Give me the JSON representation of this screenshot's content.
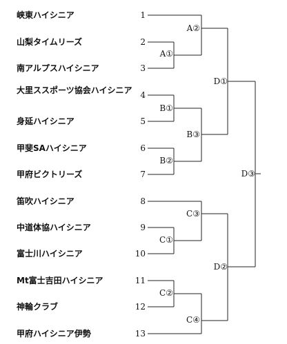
{
  "teams": [
    {
      "seed": "1",
      "name": "峡東ハイシニア"
    },
    {
      "seed": "2",
      "name": "山梨タイムリーズ"
    },
    {
      "seed": "3",
      "name": "南アルプスハイシニア"
    },
    {
      "seed": "4",
      "name": "大里ススポーツ協会ハイシニア"
    },
    {
      "seed": "5",
      "name": "身延ハイシニア"
    },
    {
      "seed": "6",
      "name": "甲斐SAハイシニア"
    },
    {
      "seed": "7",
      "name": "甲府ビクトリーズ"
    },
    {
      "seed": "8",
      "name": "笛吹ハイシニア"
    },
    {
      "seed": "9",
      "name": "中道体協ハイシニア"
    },
    {
      "seed": "10",
      "name": "富士川ハイシニア"
    },
    {
      "seed": "11",
      "name": "Mt富士吉田ハイシニア"
    },
    {
      "seed": "12",
      "name": "神輪クラブ"
    },
    {
      "seed": "13",
      "name": "甲府ハイシニア伊勢"
    }
  ],
  "matches": [
    {
      "id": "A1",
      "label": "A①"
    },
    {
      "id": "A2",
      "label": "A②"
    },
    {
      "id": "B1",
      "label": "B①"
    },
    {
      "id": "B2",
      "label": "B②"
    },
    {
      "id": "B3",
      "label": "B③"
    },
    {
      "id": "C1",
      "label": "C①"
    },
    {
      "id": "C2",
      "label": "C②"
    },
    {
      "id": "C3",
      "label": "C③"
    },
    {
      "id": "C4",
      "label": "C④"
    },
    {
      "id": "D1",
      "label": "D①"
    },
    {
      "id": "D2",
      "label": "D②"
    },
    {
      "id": "D3",
      "label": "D③"
    }
  ]
}
